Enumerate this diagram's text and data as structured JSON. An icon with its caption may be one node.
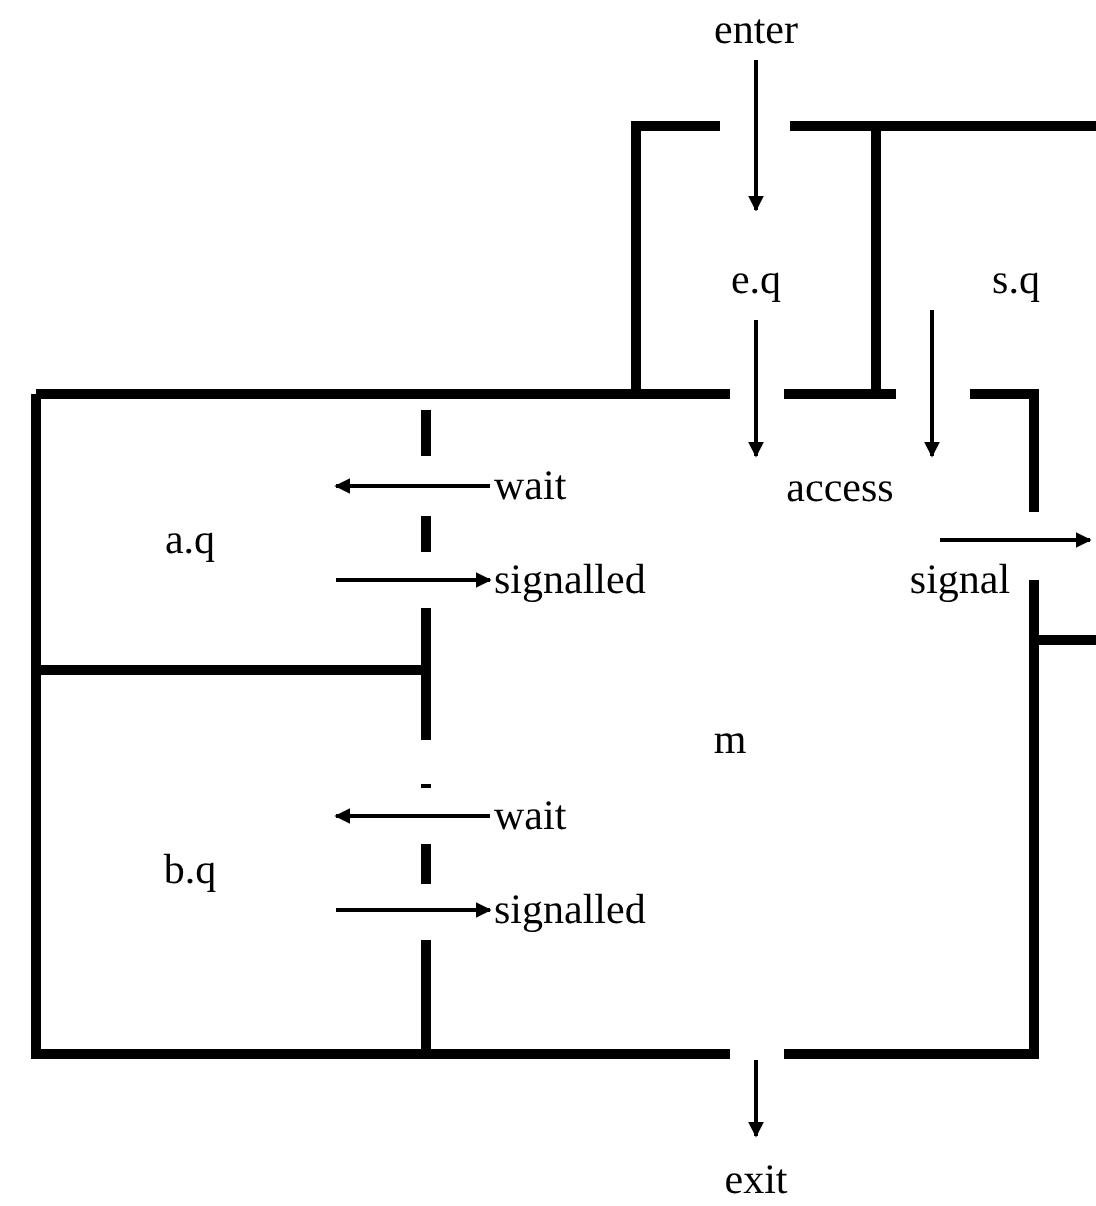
{
  "diagram": {
    "nodes": [
      {
        "text": [
          "e.q"
        ]
      },
      {
        "text": [
          "s.q"
        ]
      },
      {
        "text": [
          "m"
        ]
      },
      {
        "text": [
          "a.q"
        ]
      },
      {
        "text": [
          "b.q"
        ]
      },
      {
        "text": [
          "enter"
        ]
      },
      {
        "text": [
          "exit"
        ]
      }
    ],
    "edges": [
      {
        "from": 5,
        "to": 0,
        "arrow": "to"
      },
      {
        "from": 0,
        "to": 2,
        "arrow": "to",
        "label": "access"
      },
      {
        "from": 1,
        "to": 2,
        "arrow": "to"
      },
      {
        "from": 2,
        "to": 3,
        "arrow": "to",
        "label": "wait"
      },
      {
        "from": 3,
        "to": 2,
        "arrow": "to",
        "label": "signalled"
      },
      {
        "from": 2,
        "to": null,
        "arrow": "to",
        "label": "signal"
      },
      {
        "from": 2,
        "to": 4,
        "arrow": "to",
        "label": "wait"
      },
      {
        "from": 4,
        "to": 2,
        "arrow": "to",
        "label": "signalled"
      },
      {
        "from": 2,
        "to": 6,
        "arrow": "to"
      }
    ]
  }
}
